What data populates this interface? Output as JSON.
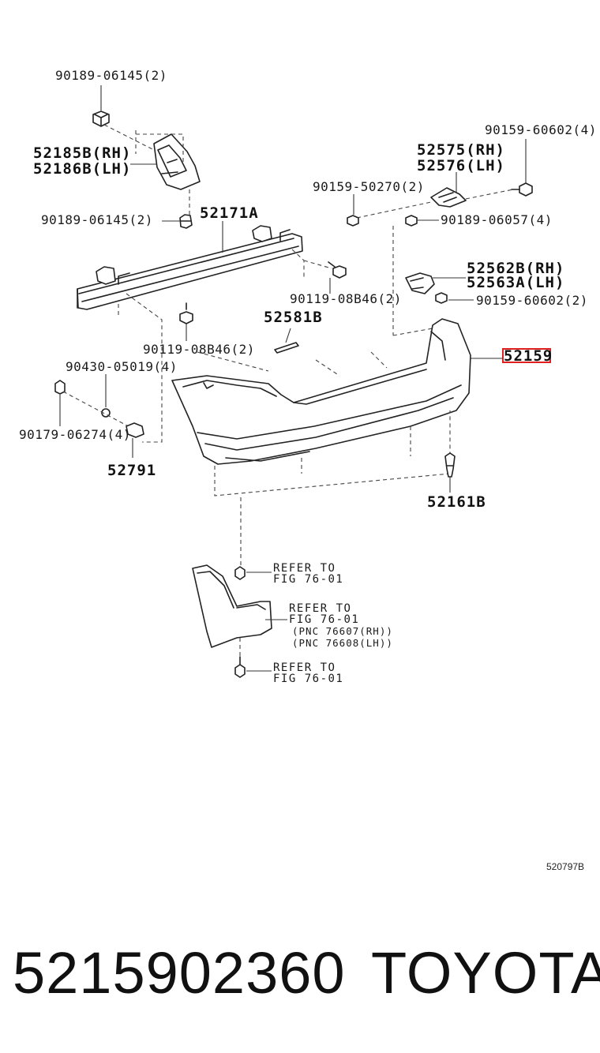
{
  "diagram": {
    "labels": {
      "bolt_top_left": "90189-06145(2)",
      "bracket_rh": "52185B(RH)",
      "bracket_lh": "52186B(LH)",
      "nut_left": "90189-06145(2)",
      "reinforcement": "52171A",
      "screw_right_top": "90159-60602(4)",
      "retainer_rh": "52575(RH)",
      "retainer_lh": "52576(LH)",
      "bolt_center": "90159-50270(2)",
      "nut_right": "90189-06057(4)",
      "support_rh": "52562B(RH)",
      "support_lh": "52563A(LH)",
      "bolt_reinf_right": "90119-08B46(2)",
      "screw_support": "90159-60602(2)",
      "emblem": "52581B",
      "bolt_reinf_left": "90119-08B46(2)",
      "cover": "52159",
      "nut_side": "90430-05019(4)",
      "clip_side": "90179-06274(4)",
      "sensor": "52791",
      "clip_lower": "52161B",
      "refer1_line1": "REFER TO",
      "refer1_line2": "FIG 76-01",
      "refer2_line1": "REFER TO",
      "refer2_line2": "FIG 76-01",
      "pnc_rh": "(PNC 76607(RH))",
      "pnc_lh": "(PNC 76608(LH))",
      "refer3_line1": "REFER TO",
      "refer3_line2": "FIG 76-01",
      "figure_code": "520797B"
    }
  },
  "footer": {
    "part_number": "5215902360",
    "brand": "TOYOTA"
  },
  "colors": {
    "highlight": "#e02020",
    "ink": "#222222"
  }
}
